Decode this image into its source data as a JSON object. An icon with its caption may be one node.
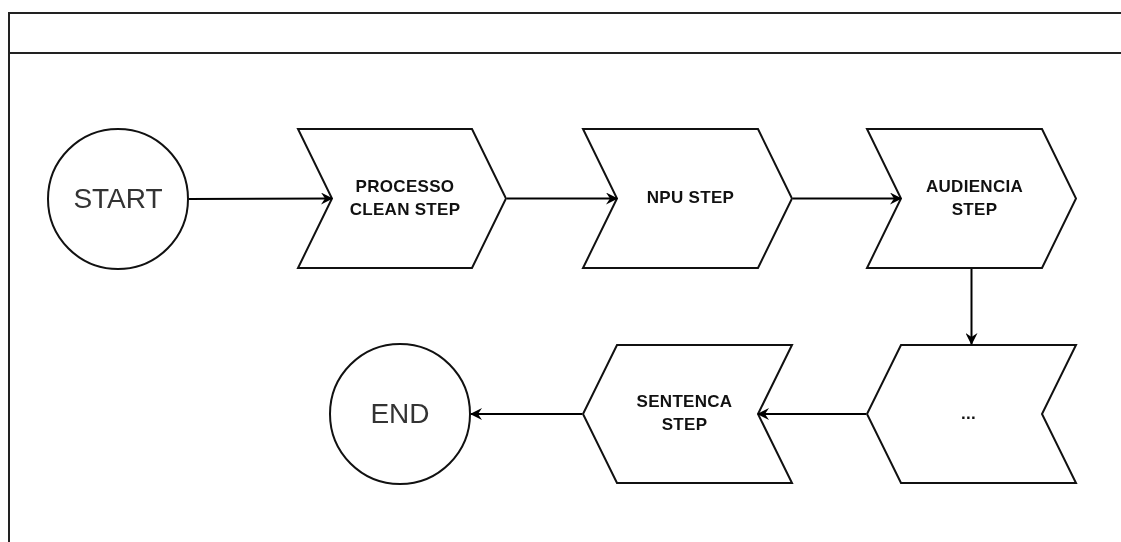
{
  "diagram": {
    "nodes": [
      {
        "text": [],
        "shape": "box"
      },
      {
        "text": [
          "START"
        ],
        "in": 0
      },
      {
        "text": [
          "PROCESSO CLEAN STEP"
        ],
        "in": 0
      },
      {
        "text": [
          "NPU STEP"
        ],
        "in": 0
      },
      {
        "text": [
          "AUDIENCIA STEP"
        ],
        "in": 0
      },
      {
        "text": [
          "..."
        ],
        "in": 0
      },
      {
        "text": [
          "SENTENCA STEP"
        ],
        "in": 0
      },
      {
        "text": [
          "END"
        ],
        "in": 0
      }
    ],
    "edges": [
      {
        "from": 1,
        "to": 2,
        "arrow": "to"
      },
      {
        "from": 2,
        "to": 3,
        "arrow": "to"
      },
      {
        "from": 3,
        "to": 4,
        "arrow": "to"
      },
      {
        "from": 4,
        "to": 5,
        "arrow": "to"
      },
      {
        "from": 5,
        "to": 6,
        "arrow": "to"
      },
      {
        "from": 6,
        "to": 7,
        "arrow": "to"
      }
    ]
  }
}
